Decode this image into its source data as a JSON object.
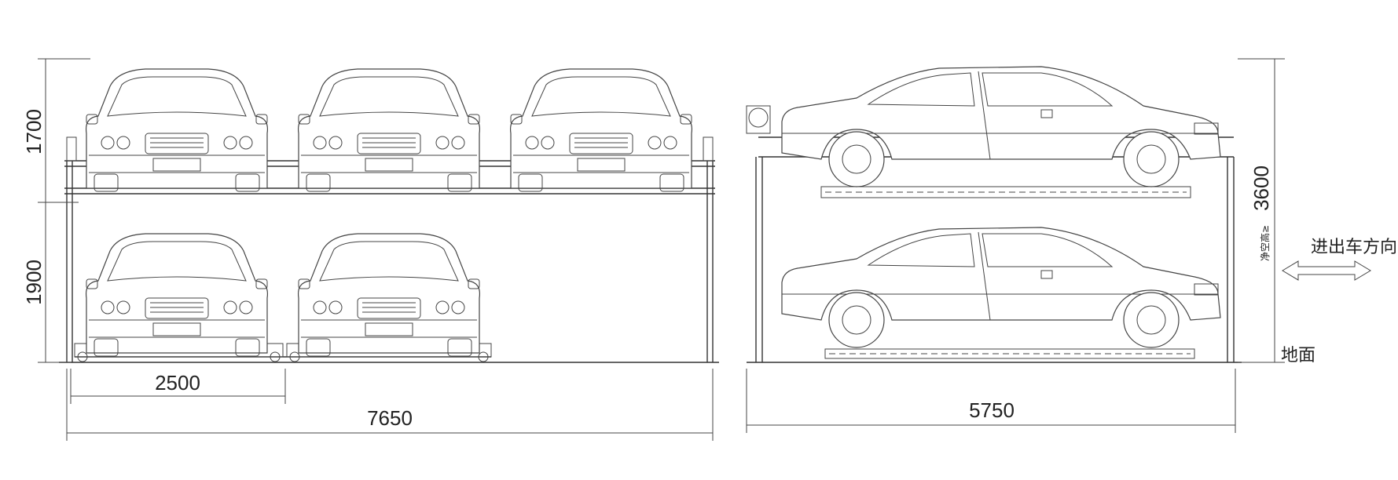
{
  "dimensions": {
    "upper_height": "1700",
    "lower_height": "1900",
    "space_width": "2500",
    "total_width_front": "7650",
    "total_width_side": "5750",
    "total_height": "3600"
  },
  "labels": {
    "clear_height": "净空高≥",
    "entry_direction": "进出车方向",
    "ground": "地面"
  },
  "colors": {
    "line": "#333333",
    "background": "#ffffff"
  }
}
